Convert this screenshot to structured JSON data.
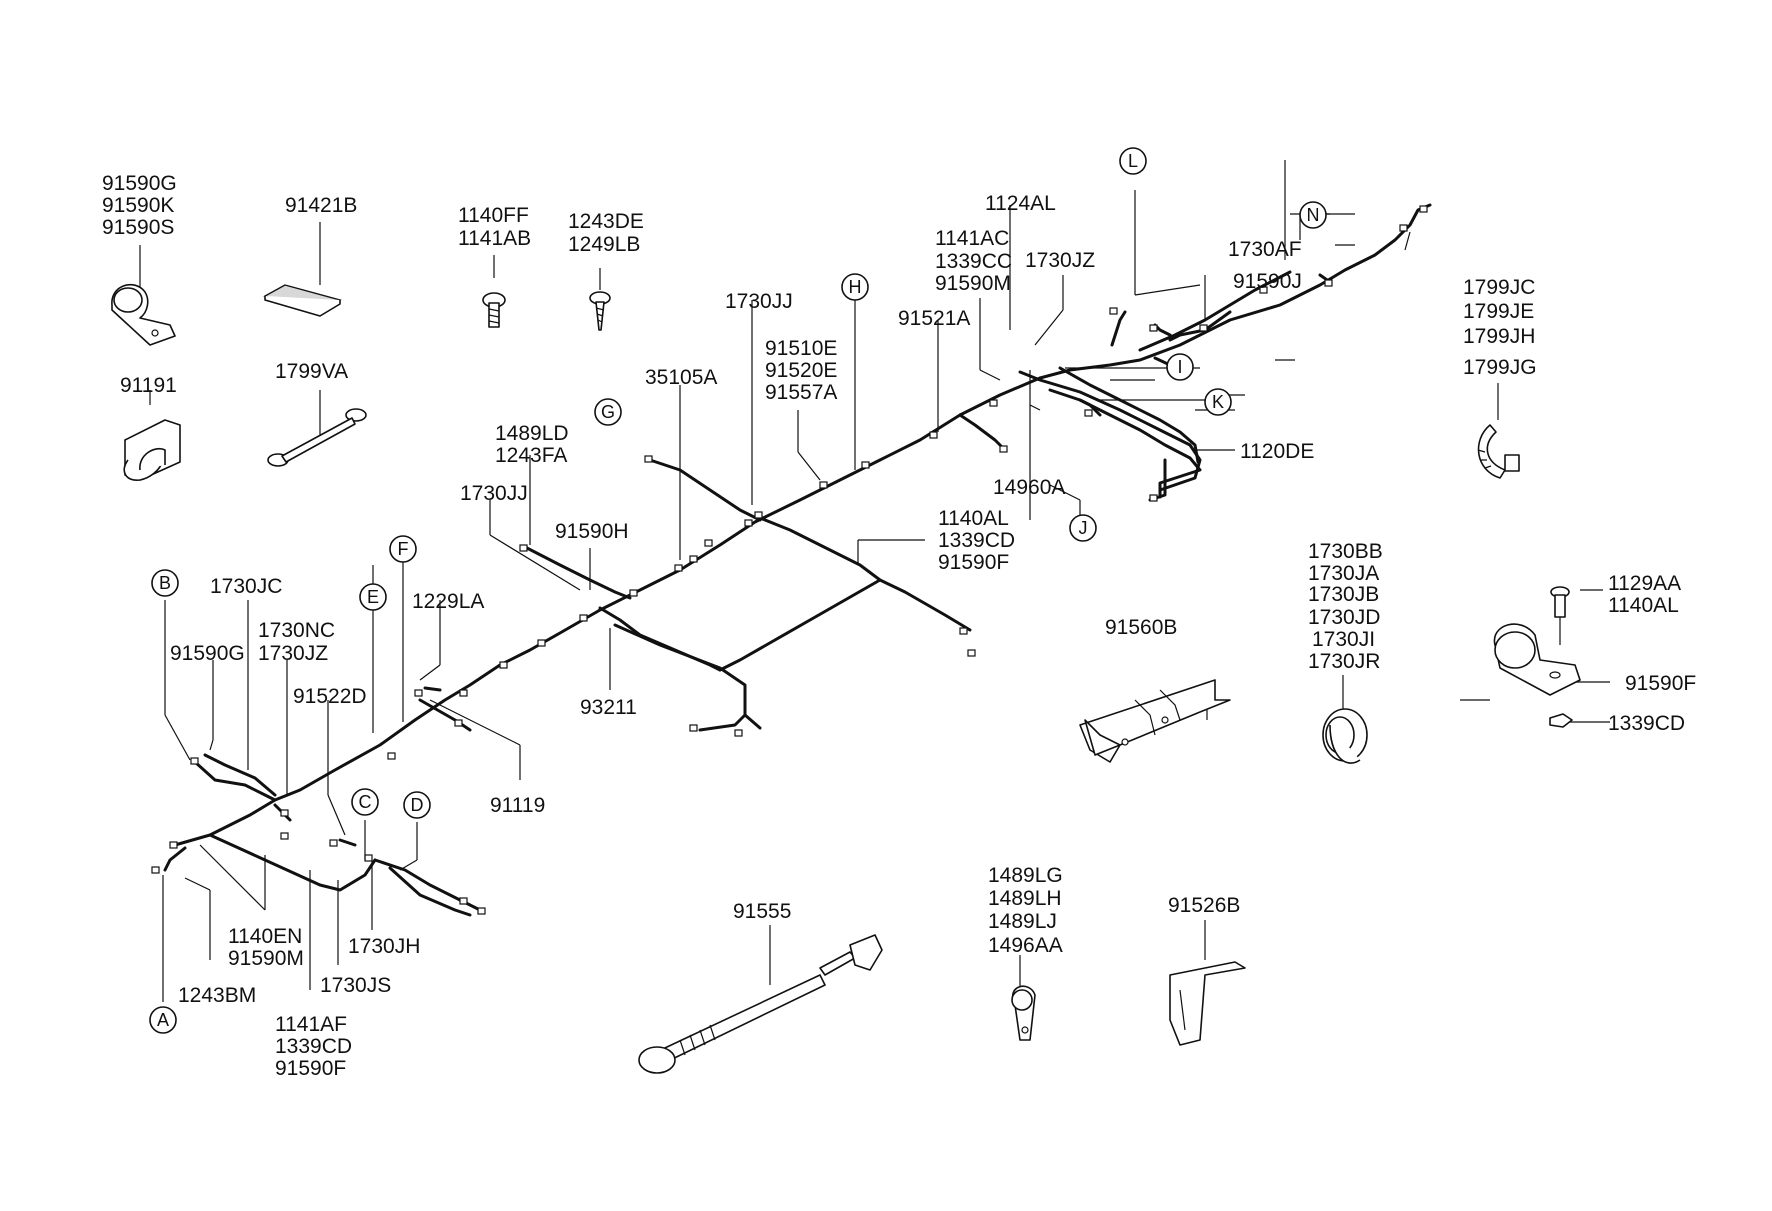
{
  "callouts": {
    "l_91590G_K_S": [
      "91590G",
      "91590K",
      "91590S"
    ],
    "l_91421B": [
      "91421B"
    ],
    "l_1140FF": [
      "1140FF",
      "1141AB"
    ],
    "l_1243DE": [
      "1243DE",
      "1249LB"
    ],
    "l_91191": [
      "91191"
    ],
    "l_1799VA": [
      "1799VA"
    ],
    "l_1124AL": [
      "1124AL"
    ],
    "l_1141AC": [
      "1141AC",
      "1339CC",
      "91590M"
    ],
    "l_1730JZ_top": [
      "1730JZ"
    ],
    "l_1730AF": [
      "1730AF"
    ],
    "l_91590J": [
      "91590J"
    ],
    "l_1730JJ_top": [
      "1730JJ"
    ],
    "l_91521A": [
      "91521A"
    ],
    "l_91510E": [
      "91510E",
      "91520E",
      "91557A"
    ],
    "l_35105A": [
      "35105A"
    ],
    "l_1489LD": [
      "1489LD",
      "1243FA"
    ],
    "l_1730JJ_mid": [
      "1730JJ"
    ],
    "l_91590H": [
      "91590H"
    ],
    "l_1120DE": [
      "1120DE"
    ],
    "l_14960A": [
      "14960A"
    ],
    "l_1799JC": [
      "1799JC",
      "1799JE",
      "1799JH",
      "1799JG"
    ],
    "l_1140AL_mid": [
      "1140AL",
      "1339CD",
      "91590F"
    ],
    "l_1730JC": [
      "1730JC"
    ],
    "l_1730NC": [
      "1730NC",
      "1730JZ"
    ],
    "l_91590G_left": [
      "91590G"
    ],
    "l_1229LA": [
      "1229LA"
    ],
    "l_91522D": [
      "91522D"
    ],
    "l_93211": [
      "93211"
    ],
    "l_91119": [
      "91119"
    ],
    "l_91560B": [
      "91560B"
    ],
    "l_1730BB": [
      "1730BB",
      "1730JA",
      "1730JB",
      "1730JD",
      "1730JI",
      "1730JR"
    ],
    "l_1129AA": [
      "1129AA",
      "1140AL"
    ],
    "l_91590F_right": [
      "91590F"
    ],
    "l_1339CD_right": [
      "1339CD"
    ],
    "l_1140EN": [
      "1140EN",
      "91590M"
    ],
    "l_1730JH": [
      "1730JH"
    ],
    "l_1730JS": [
      "1730JS"
    ],
    "l_1243BM": [
      "1243BM"
    ],
    "l_1141AF": [
      "1141AF",
      "1339CD",
      "91590F"
    ],
    "l_91555": [
      "91555"
    ],
    "l_1489LG": [
      "1489LG",
      "1489LH",
      "1489LJ",
      "1496AA"
    ],
    "l_91526B": [
      "91526B"
    ]
  },
  "markers": {
    "A": "A",
    "B": "B",
    "C": "C",
    "D": "D",
    "E": "E",
    "F": "F",
    "G": "G",
    "H": "H",
    "I": "I",
    "J": "J",
    "K": "K",
    "L": "L",
    "N": "N"
  }
}
